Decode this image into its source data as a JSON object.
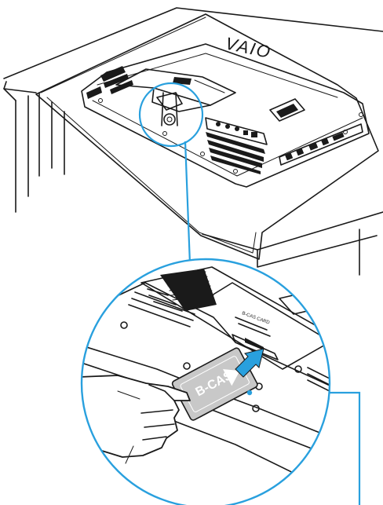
{
  "brand_logo": "VAIO",
  "slot_label": "B-CAS CARD",
  "card_text": "B-CAS",
  "accent_color": "#29a0de",
  "card_gray": "#c8c8c8",
  "insert_arrow_color": "#29a0de",
  "icons": [
    "hand-icon",
    "insert-arrow-icon",
    "b-cas-card-icon"
  ]
}
